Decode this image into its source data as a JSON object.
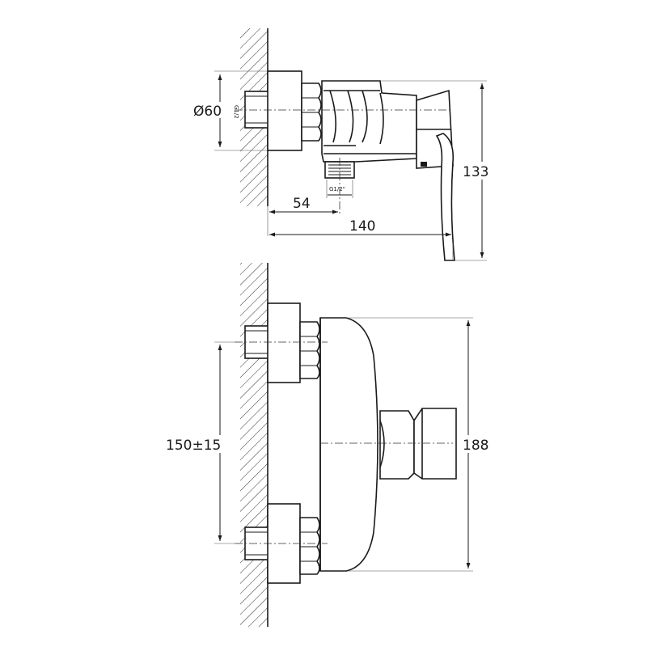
{
  "labels": {
    "pipe_diameter": "Ø60",
    "thread_side": "G1/2",
    "thread_outlet": "G1/2\"",
    "depth_to_outlet": "54",
    "total_depth": "140",
    "side_height": "133",
    "center_distance": "150±15",
    "front_height": "188"
  }
}
